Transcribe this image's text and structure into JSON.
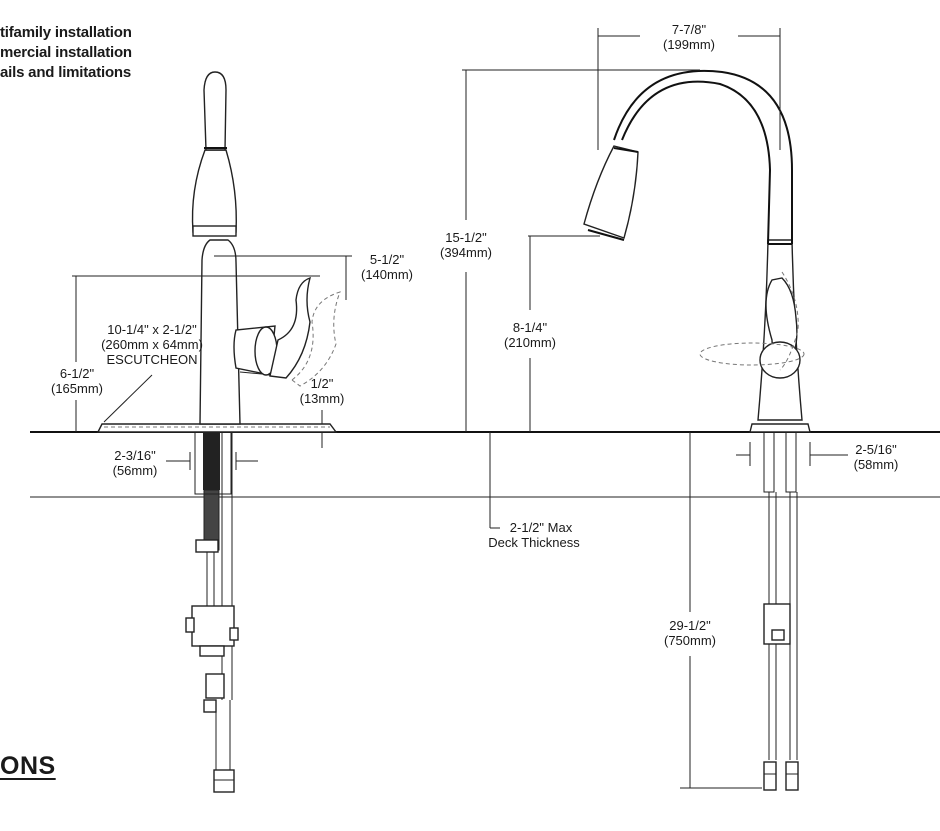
{
  "notes": [
    "tifamily installation",
    "mercial installation",
    "ails and limitations"
  ],
  "heading": "ONS",
  "dimensions": {
    "spout_reach": {
      "in": "7-7/8\"",
      "mm": "(199mm)"
    },
    "overall_height": {
      "in": "15-1/2\"",
      "mm": "(394mm)"
    },
    "spout_height": {
      "in": "8-1/4\"",
      "mm": "(210mm)"
    },
    "handle_clearance": {
      "in": "5-1/2\"",
      "mm": "(140mm)"
    },
    "escutcheon": {
      "size": "10-1/4\" x 2-1/2\"",
      "mm": "(260mm x 64mm)",
      "label": "ESCUTCHEON"
    },
    "side_height": {
      "in": "6-1/2\"",
      "mm": "(165mm)"
    },
    "escutcheon_thickness": {
      "in": "1/2\"",
      "mm": "(13mm)"
    },
    "shank_width": {
      "in": "2-3/16\"",
      "mm": "(56mm)"
    },
    "deck": {
      "max": "2-1/2\" Max",
      "label": "Deck Thickness"
    },
    "base_width": {
      "in": "2-5/16\"",
      "mm": "(58mm)"
    },
    "supply_length": {
      "in": "29-1/2\"",
      "mm": "(750mm)"
    }
  }
}
